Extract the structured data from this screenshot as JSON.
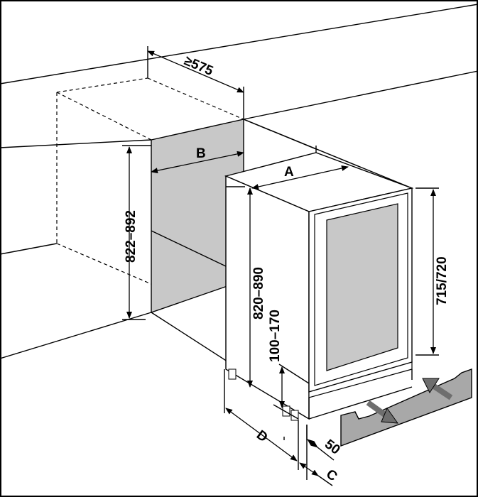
{
  "diagram": {
    "labels": {
      "depth_min": "≥575",
      "niche_width": "B",
      "appliance_width": "A",
      "niche_height": "822–892",
      "appliance_height": "820–890",
      "plinth_height": "100–170",
      "door_height": "715/720",
      "depth": "D",
      "plinth_offset": "50",
      "door_depth": "C"
    },
    "colors": {
      "panel": "#c8c8c8",
      "plinth": "#a8a8a8",
      "arrow": "#6e6e6e"
    }
  }
}
